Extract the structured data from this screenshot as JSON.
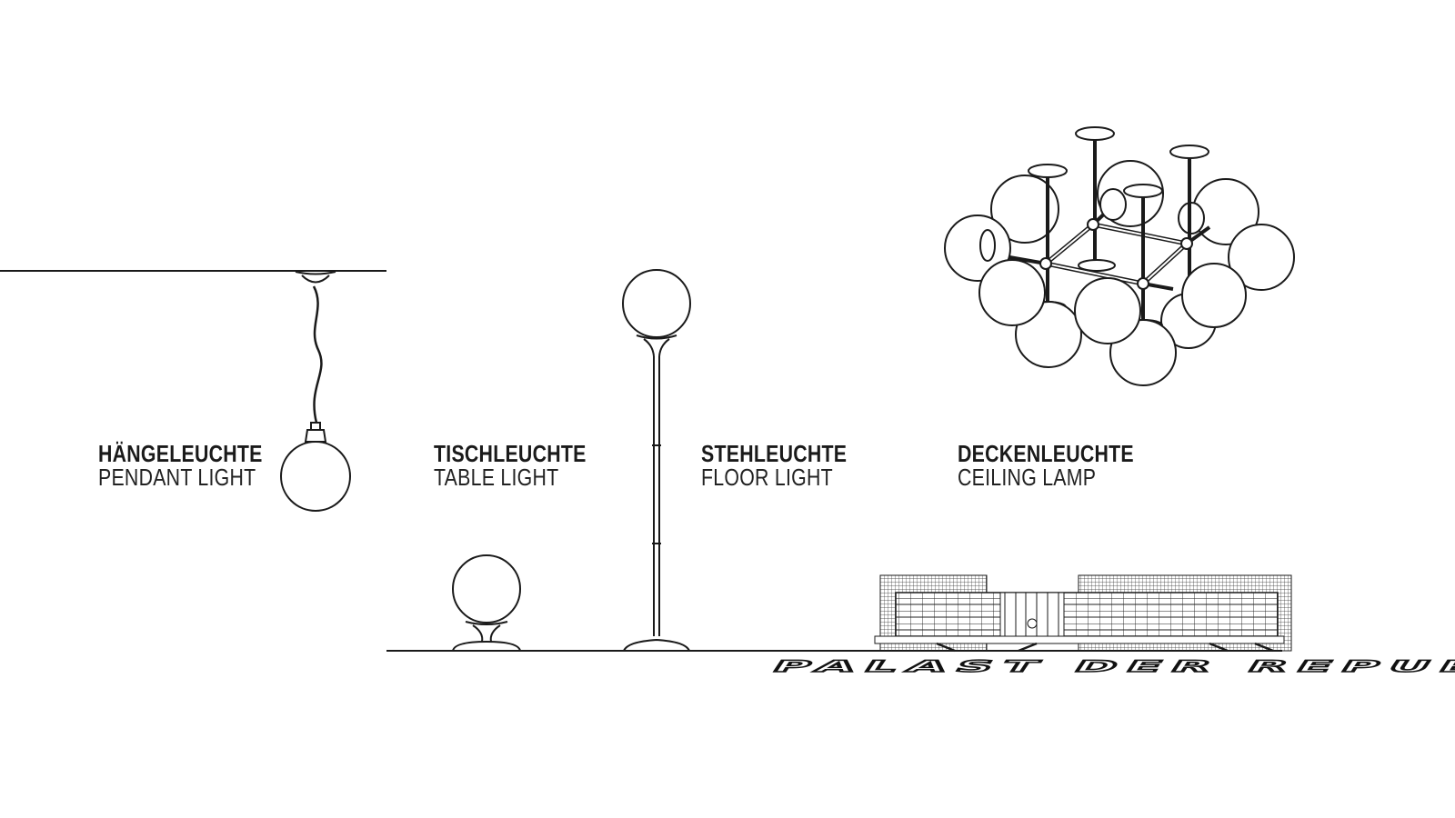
{
  "lamps": [
    {
      "title": "HÄNGELEUCHTE",
      "subtitle": "PENDANT LIGHT"
    },
    {
      "title": "TISCHLEUCHTE",
      "subtitle": "TABLE LIGHT"
    },
    {
      "title": "STEHLEUCHTE",
      "subtitle": "FLOOR LIGHT"
    },
    {
      "title": "DECKENLEUCHTE",
      "subtitle": "CEILING LAMP"
    }
  ],
  "logo": "PALAST DER REPUBLIK",
  "colors": {
    "line": "#1a1a1a",
    "background": "#ffffff"
  }
}
